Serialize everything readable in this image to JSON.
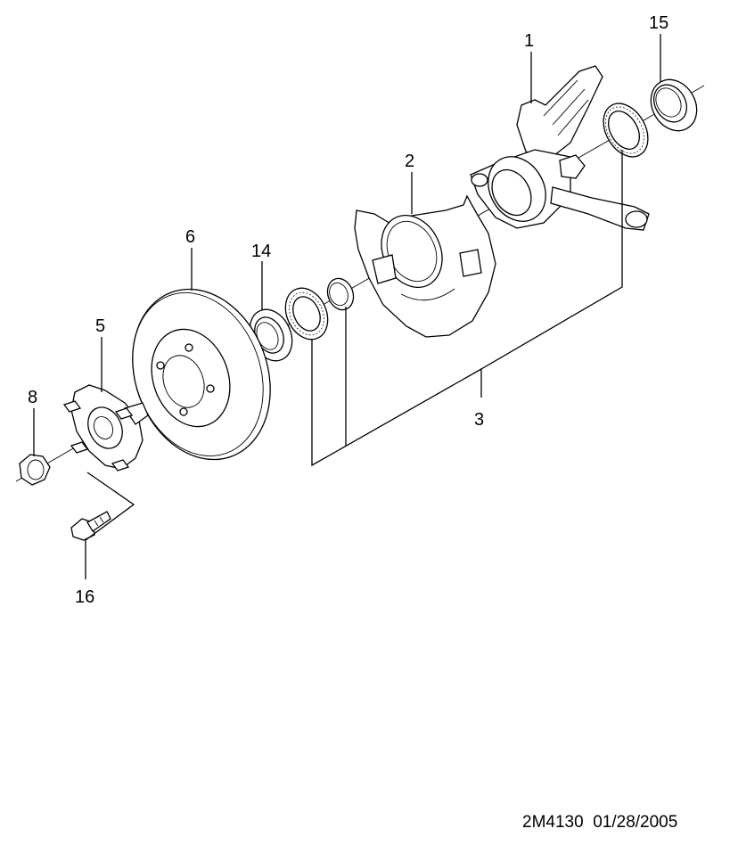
{
  "diagram": {
    "part_labels": {
      "p1": "1",
      "p2": "2",
      "p3": "3",
      "p5": "5",
      "p6": "6",
      "p8": "8",
      "p14": "14",
      "p15": "15",
      "p16": "16"
    },
    "caption": "2M4130  01/28/2005"
  }
}
